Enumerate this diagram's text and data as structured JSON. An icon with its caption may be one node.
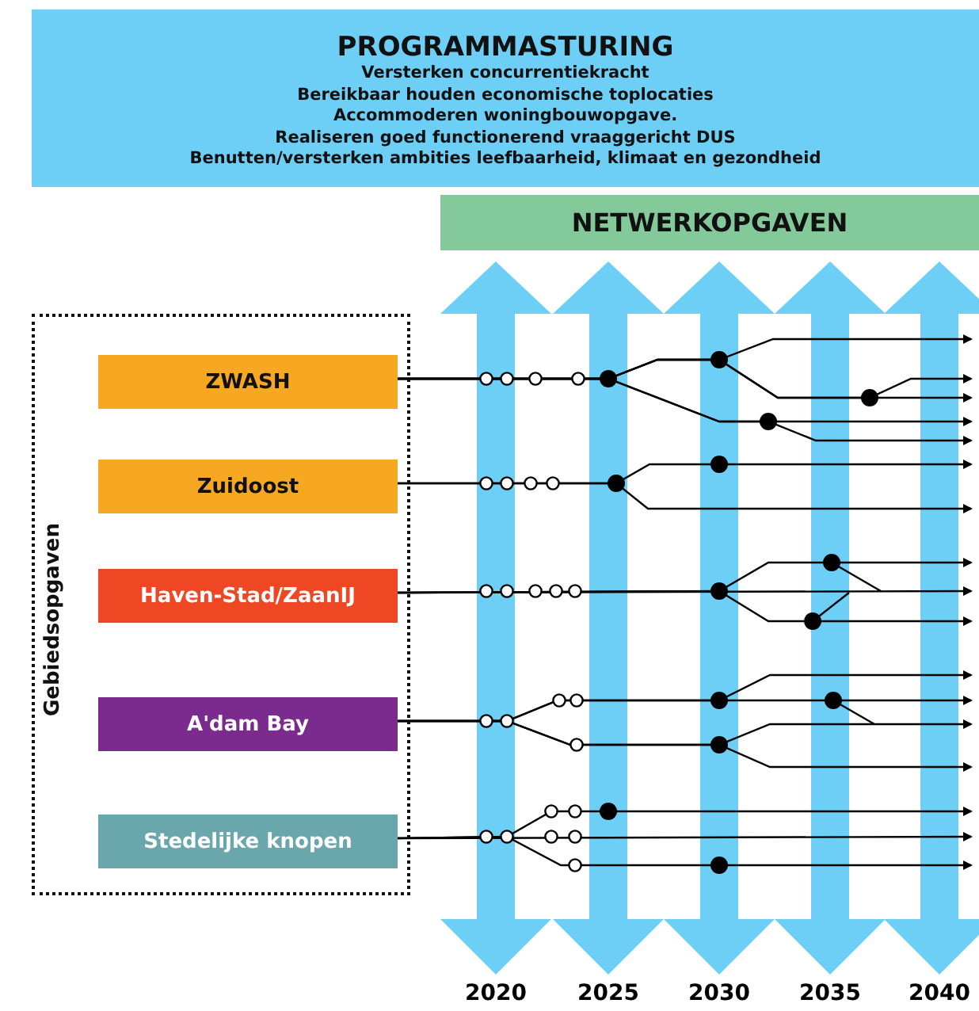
{
  "diagram": {
    "nodes": [
      {
        "text": [
          "PROGRAMMASTURING",
          "Versterken concurrentiekracht",
          "Bereikbaar houden economische toplocaties",
          "Accommoderen woningbouwopgave.",
          "Realiseren goed functionerend vraaggericht DUS",
          "Benutten/versterken ambities leefbaarheid, klimaat en gezondheid"
        ]
      },
      {
        "text": [
          "NETWERKOPGAVEN"
        ]
      },
      {
        "text": [
          "Gebiedsopgaven"
        ]
      },
      {
        "text": [
          "ZWASH"
        ],
        "in": 2
      },
      {
        "text": [
          "Zuidoost"
        ],
        "in": 2
      },
      {
        "text": [
          "Haven-Stad/ZaanIJ"
        ],
        "in": 2
      },
      {
        "text": [
          "A'dam Bay"
        ],
        "in": 2
      },
      {
        "text": [
          "Stedelijke knopen"
        ],
        "in": 2
      }
    ],
    "edges": [
      {
        "from": 3,
        "to": null,
        "arrow": "to"
      },
      {
        "from": 3,
        "to": null,
        "arrow": "to"
      },
      {
        "from": 3,
        "to": null,
        "arrow": "to"
      },
      {
        "from": 3,
        "to": null,
        "arrow": "to"
      },
      {
        "from": 3,
        "to": null,
        "arrow": "to"
      },
      {
        "from": 4,
        "to": null,
        "arrow": "to"
      },
      {
        "from": 4,
        "to": null,
        "arrow": "to"
      },
      {
        "from": 5,
        "to": null,
        "arrow": "to"
      },
      {
        "from": 5,
        "to": null,
        "arrow": "to"
      },
      {
        "from": 5,
        "to": null,
        "arrow": "to"
      },
      {
        "from": 6,
        "to": null,
        "arrow": "to"
      },
      {
        "from": 6,
        "to": null,
        "arrow": "to"
      },
      {
        "from": 6,
        "to": null,
        "arrow": "to"
      },
      {
        "from": 6,
        "to": null,
        "arrow": "to"
      },
      {
        "from": 7,
        "to": null,
        "arrow": "to"
      },
      {
        "from": 7,
        "to": null,
        "arrow": "to"
      },
      {
        "from": 7,
        "to": null,
        "arrow": "to"
      }
    ],
    "labels": [
      "2020",
      "2025",
      "2030",
      "2035",
      "2040"
    ]
  }
}
